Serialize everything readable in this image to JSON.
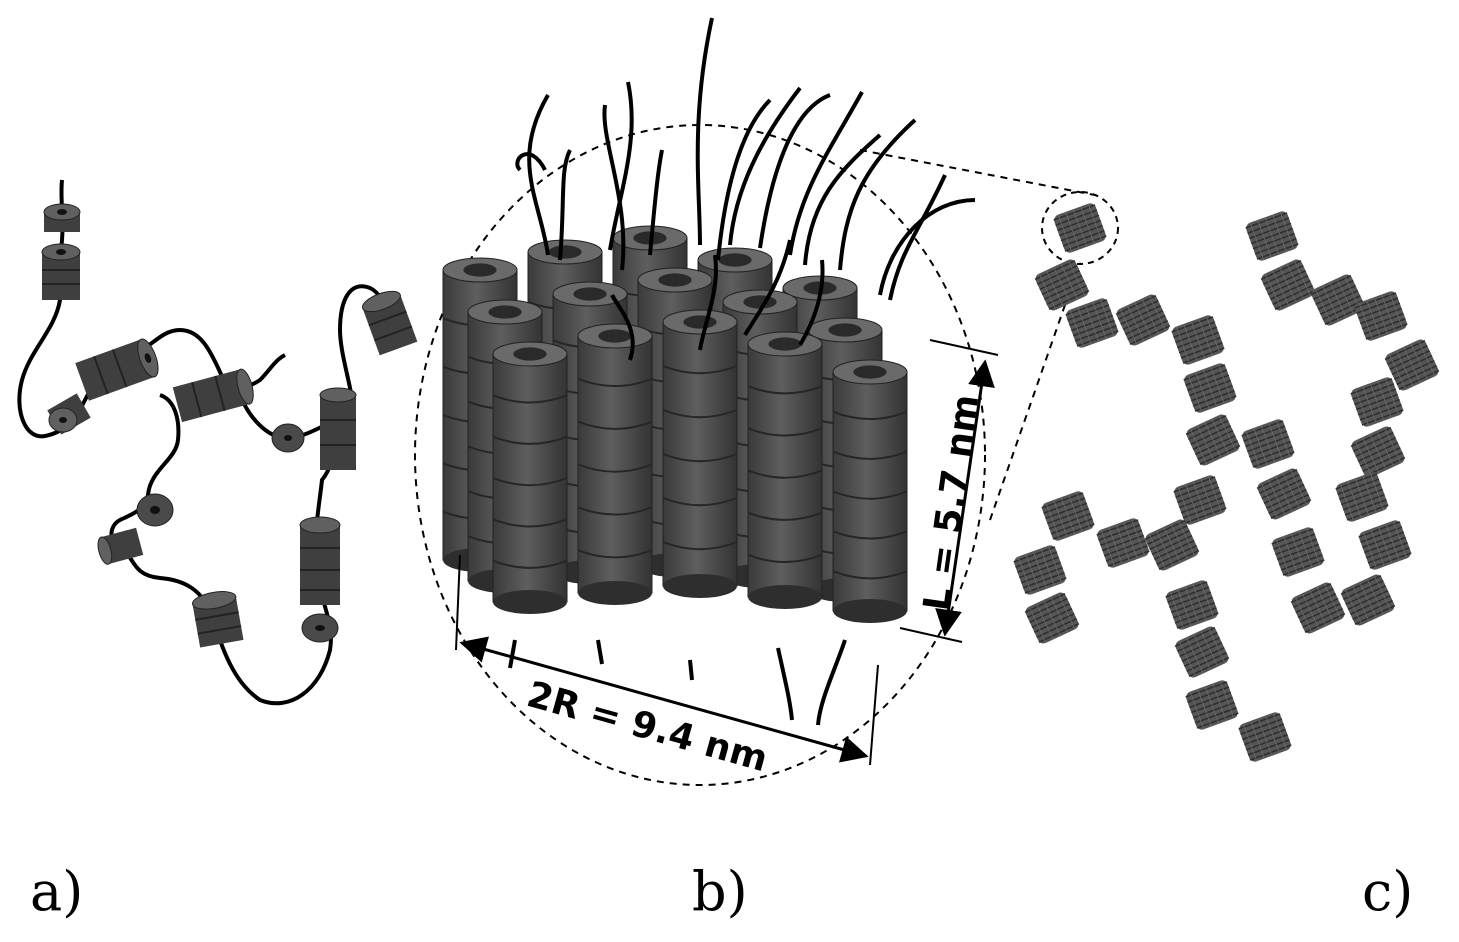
{
  "figure": {
    "panels": [
      {
        "id": "a",
        "label": "a)",
        "content": "polymer-chain-with-ring-clusters"
      },
      {
        "id": "b",
        "label": "b)",
        "content": "cylindrical-stack-bundle"
      },
      {
        "id": "c",
        "label": "c)",
        "content": "bundle-network"
      }
    ],
    "dimensions": {
      "diameter_label": "2R = 9.4 nm",
      "length_label": "L = 5.7 nm"
    },
    "colors": {
      "ring_fill": "#4a4a4a",
      "ring_dark": "#2e2e2e",
      "ring_light": "#6a6a6a",
      "chain": "#000000",
      "mini_bundle": "#555555"
    }
  }
}
